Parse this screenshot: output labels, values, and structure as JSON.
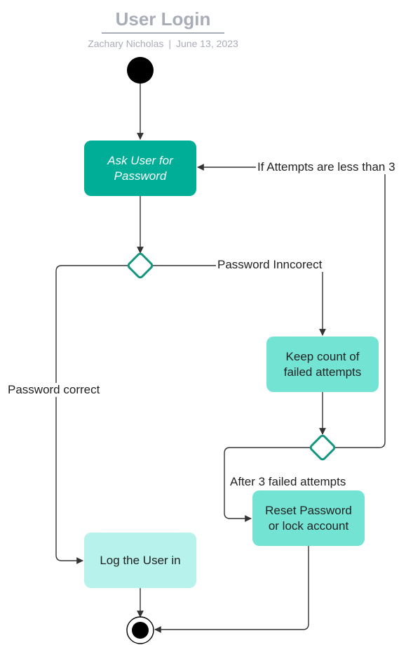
{
  "header": {
    "title": "User Login",
    "author": "Zachary Nicholas",
    "separator": "|",
    "date": "June 13, 2023"
  },
  "nodes": {
    "ask_password": "Ask User for\nPassword",
    "keep_count": "Keep count of\nfailed attempts",
    "reset_password": "Reset Password\nor lock account",
    "log_in": "Log the User in"
  },
  "edge_labels": {
    "attempts_less_than_3": "If Attempts are less than 3",
    "password_incorrect": "Password Inncorect",
    "password_correct": "Password correct",
    "after_3_failed": "After 3 failed attempts"
  },
  "colors": {
    "title_gray": "#a9adb7",
    "primary_teal": "#00ae97",
    "light_teal": "#73e3d4",
    "pale_teal": "#b7f3ec",
    "decision_stroke": "#14967f",
    "line": "#333333"
  }
}
